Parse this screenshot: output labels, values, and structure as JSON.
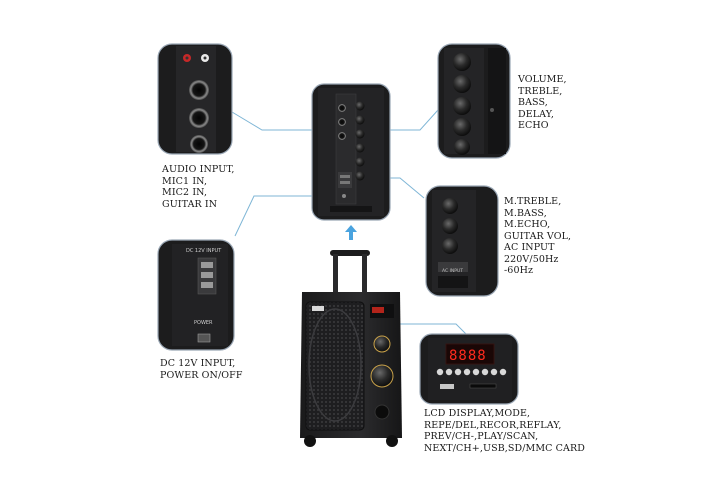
{
  "callouts": {
    "audio_inputs": [
      "AUDIO INPUT,",
      "MIC1 IN,",
      "MIC2 IN,",
      "GUITAR IN"
    ],
    "main_controls": [
      "VOLUME,",
      "TREBLE,",
      "BASS,",
      "DELAY,",
      "ECHO"
    ],
    "mic_controls": [
      "M.TREBLE,",
      "M.BASS,",
      "M.ECHO,",
      "GUITAR VOL,",
      "AC INPUT",
      "220V/50Hz",
      "-60Hz"
    ],
    "power": [
      "DC 12V INPUT,",
      "POWER ON/OFF"
    ],
    "media": [
      "LCD DISPLAY,MODE,",
      "REPE/DEL,RECOR,REFLAY,",
      "PREV/CH-,PLAY/SCAN,",
      "NEXT/CH+,USB,SD/MMC CARD"
    ]
  },
  "panel_labels": {
    "dc_input": "DC 12V INPUT",
    "power": "POWER",
    "ac_input": "AC INPUT"
  },
  "display": {
    "readout": "8888"
  },
  "colors": {
    "panel": "#1c1c1d",
    "panel_border": "#9aa7b5",
    "leader_line": "#7fb6d6",
    "display_red": "#ff2b1e",
    "arrow": "#4aa3df"
  }
}
